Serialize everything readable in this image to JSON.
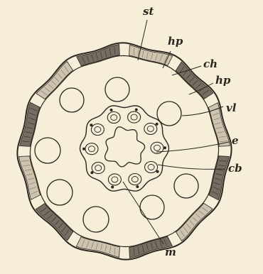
{
  "labels": {
    "st": "st",
    "hp_top": "hp",
    "ch": "ch",
    "hp_right": "hp",
    "vl": "vl",
    "e": "e",
    "cb": "cb",
    "m": "m"
  },
  "colors": {
    "background": "#f6eed8",
    "ink": "#2b2620",
    "cortex_dark": "#5e564c",
    "hypoderm_light": "#bfb4a2"
  }
}
